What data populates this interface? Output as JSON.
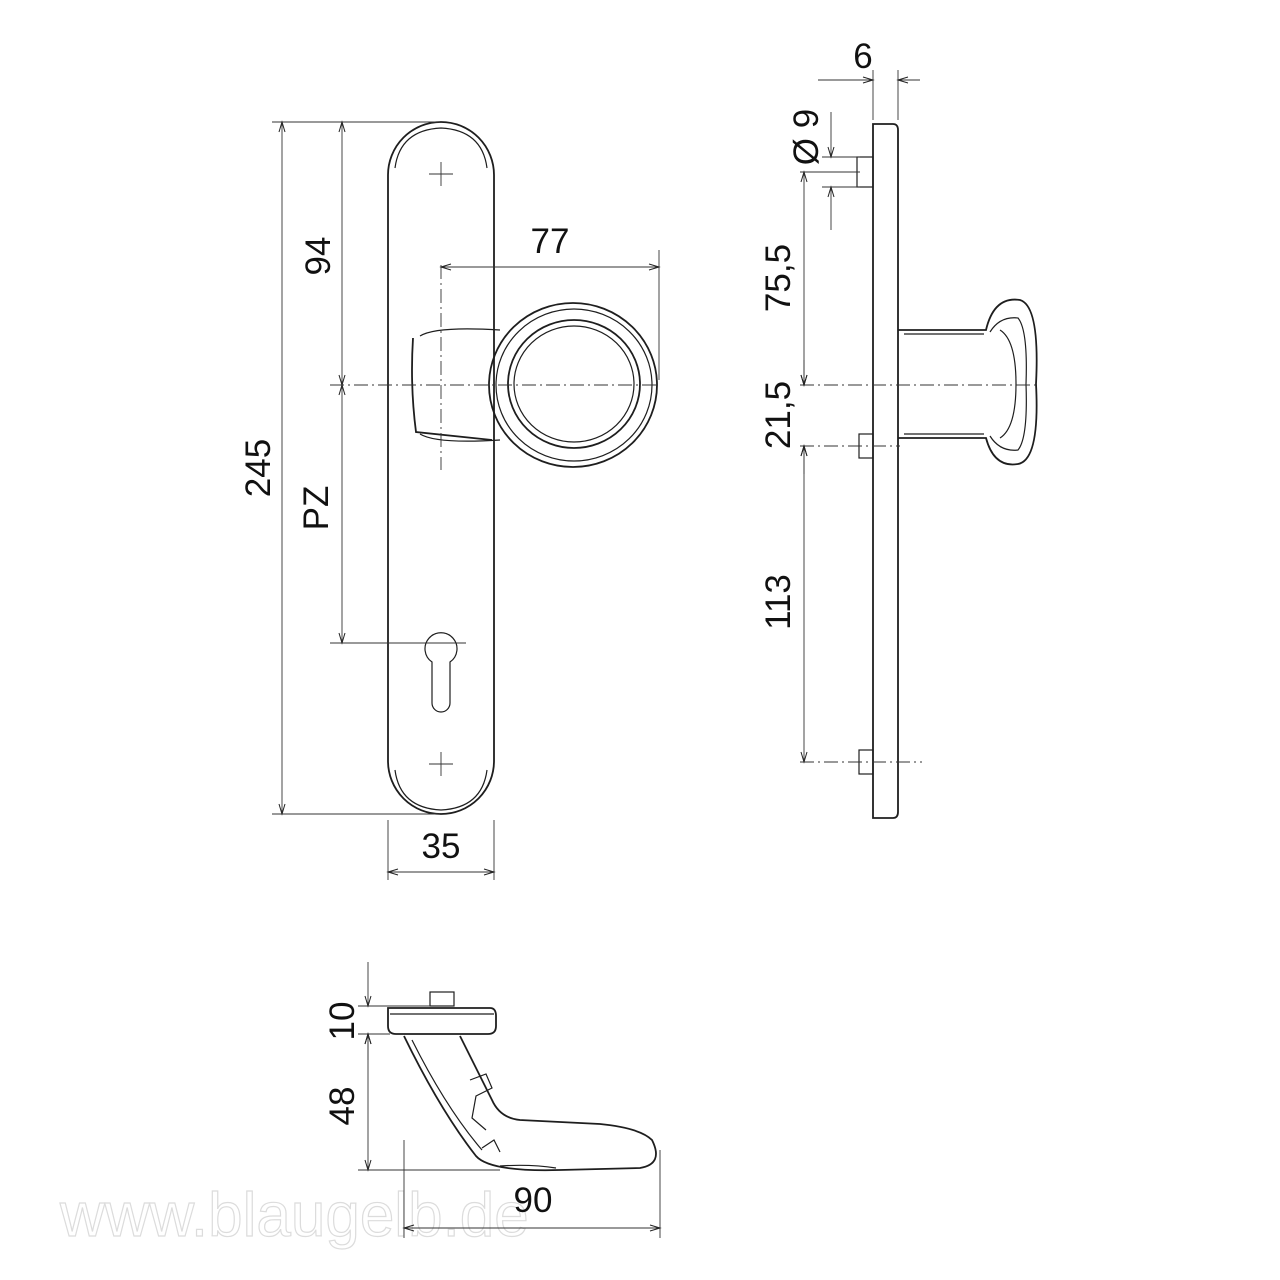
{
  "dimensions": {
    "overall_height": "245",
    "upper_distance": "94",
    "pz": "PZ",
    "projection": "77",
    "plate_width": "35",
    "plate_thickness": "6",
    "pin_diameter": "Ø 9",
    "pin_to_axis": "75,5",
    "axis_to_pin": "21,5",
    "pin_to_pin": "113",
    "rosette_height": "10",
    "lever_drop": "48",
    "lever_length": "90"
  },
  "watermark": "www.blaugelb.de"
}
